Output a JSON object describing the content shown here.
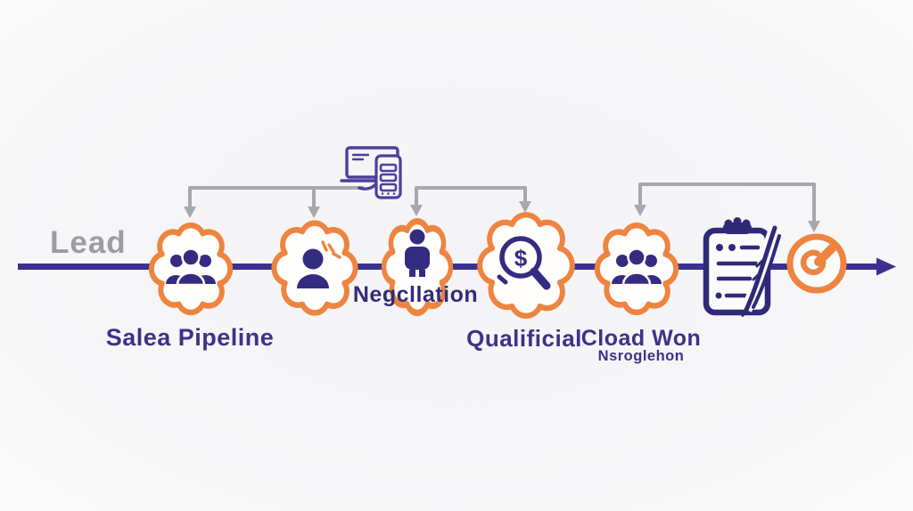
{
  "title": "Sales pipeline flow diagram",
  "colors": {
    "accent_orange": "#ee8440",
    "pipeline_indigo": "#3a3192",
    "icon_indigo": "#342c80",
    "connector_gray": "#a8a8aa",
    "lead_gray": "#9c9ca2",
    "label_text": "#3b3388",
    "background": "#f6f5f7"
  },
  "diagram": {
    "start_label": "Lead",
    "flow_direction": "left-to-right",
    "stages": [
      {
        "name": "sales-pipeline",
        "label": "Salea Pipeline",
        "icon": "people-group-icon"
      },
      {
        "name": "prospect",
        "label": "",
        "icon": "person-alert-icon"
      },
      {
        "name": "negotiation",
        "label": "Negcllation",
        "icon": "person-icon"
      },
      {
        "name": "qualification",
        "label": "Qualificial",
        "icon": "dollar-magnifier-icon",
        "icon_glyph": "$"
      },
      {
        "name": "closed-won",
        "label": "Cload Won",
        "sublabel": "Nsroglehon",
        "icon": "people-group-icon"
      },
      {
        "name": "contract",
        "label": "",
        "icon": "clipboard-quill-icon"
      },
      {
        "name": "target",
        "label": "",
        "icon": "target-check-icon"
      }
    ],
    "top_icon": "desktop-and-phone-icon"
  }
}
